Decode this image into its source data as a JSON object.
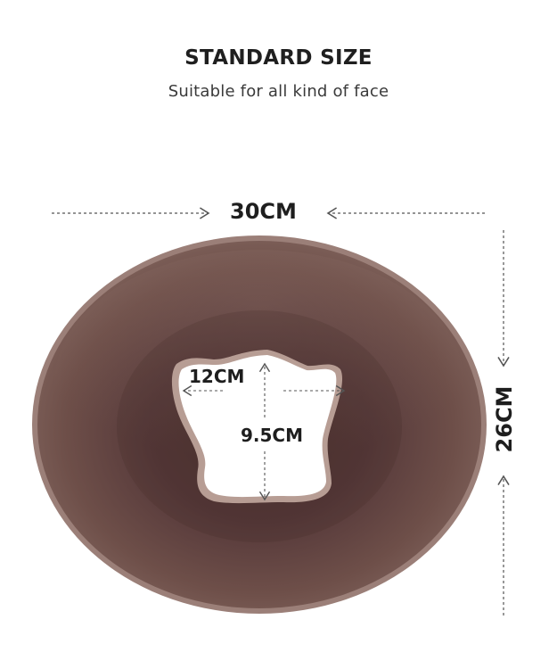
{
  "header": {
    "title": "STANDARD SIZE",
    "subtitle": "Suitable for all kind of face"
  },
  "product": {
    "icon": "face-cradle-cushion",
    "color": "#6e4d46"
  },
  "dimensions": {
    "width": "30CM",
    "height": "26CM",
    "hole_width": "12CM",
    "hole_height": "9.5CM"
  }
}
